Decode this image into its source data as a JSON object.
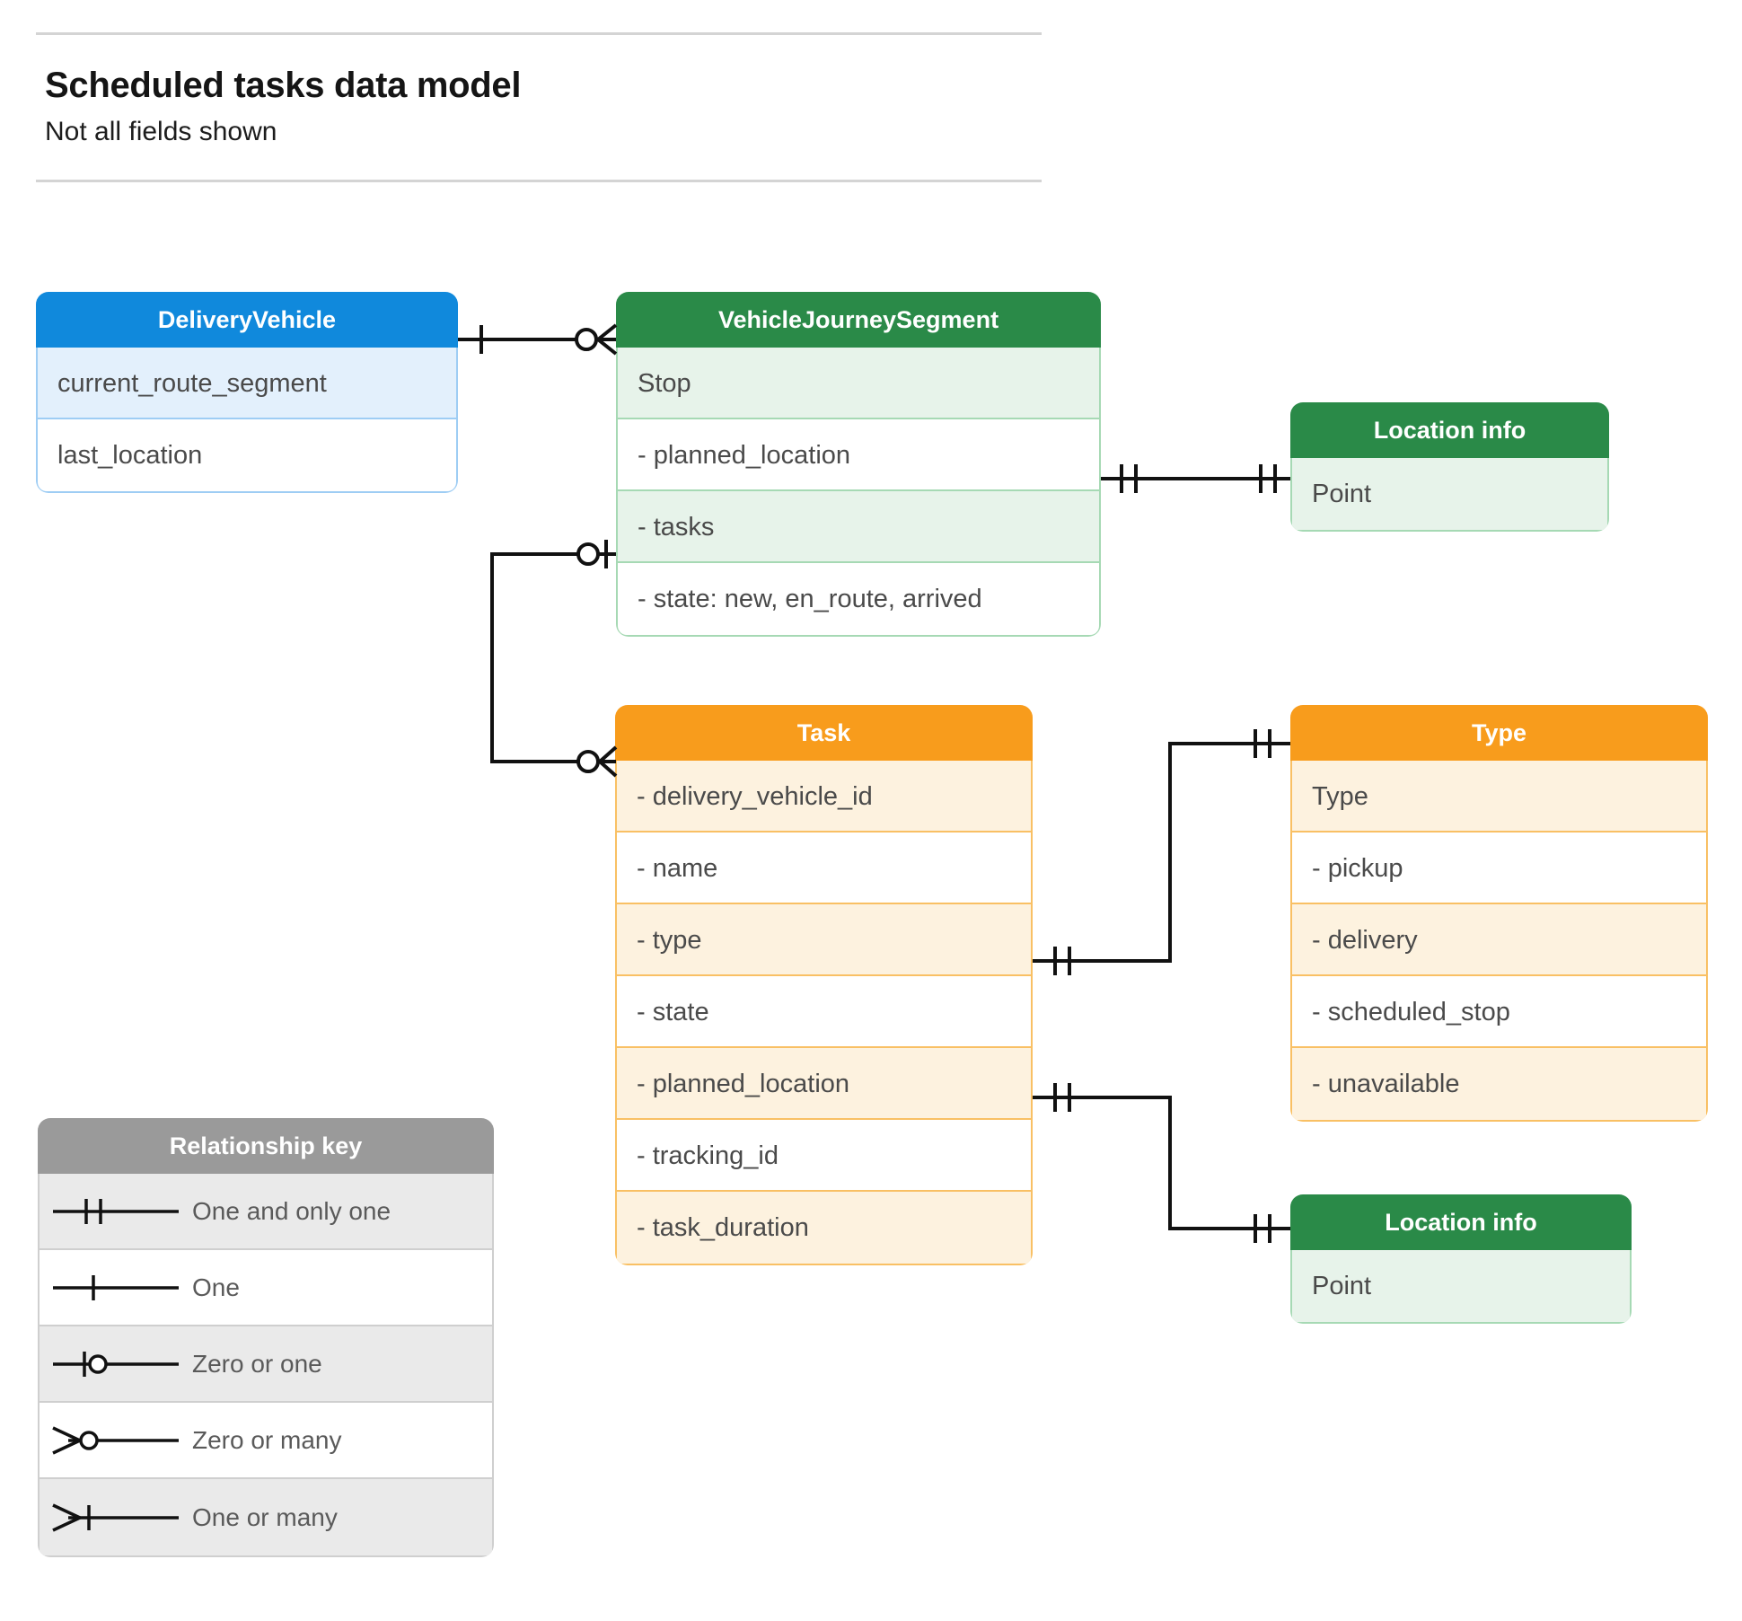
{
  "header": {
    "title": "Scheduled tasks data model",
    "subtitle": "Not all fields shown"
  },
  "colors": {
    "blue_header": "#1089dc",
    "blue_row_alt": "#e3f0fc",
    "blue_border": "#9ecdf4",
    "green_header": "#2a8a48",
    "green_row_alt": "#e7f3ea",
    "green_border": "#a6d9b4",
    "orange_header": "#f89c1c",
    "orange_row_alt": "#fdf2df",
    "orange_border": "#f9c064",
    "grey_header": "#9a9a9a",
    "grey_row_alt": "#eaeaea",
    "grey_border": "#cfcfcf",
    "connector": "#000000",
    "rule": "#d4d4d4",
    "row_text": "#4a4a4a"
  },
  "entities": {
    "delivery_vehicle": {
      "title": "DeliveryVehicle",
      "rows": [
        "current_route_segment",
        "last_location"
      ]
    },
    "vehicle_journey_segment": {
      "title": "VehicleJourneySegment",
      "rows": [
        "Stop",
        "-  planned_location",
        "- tasks",
        "- state: new, en_route, arrived"
      ]
    },
    "task": {
      "title": "Task",
      "rows": [
        "- delivery_vehicle_id",
        "- name",
        "- type",
        "- state",
        "- planned_location",
        "- tracking_id",
        "- task_duration"
      ]
    },
    "type": {
      "title": "Type",
      "rows": [
        "Type",
        "-  pickup",
        "-  delivery",
        "-  scheduled_stop",
        "-  unavailable"
      ]
    },
    "location_info_top": {
      "title": "Location info",
      "rows": [
        "Point"
      ]
    },
    "location_info_bottom": {
      "title": "Location info",
      "rows": [
        "Point"
      ]
    }
  },
  "legend": {
    "title": "Relationship key",
    "items": [
      {
        "symbol": "one-and-only-one",
        "label": "One and only one"
      },
      {
        "symbol": "one",
        "label": "One"
      },
      {
        "symbol": "zero-or-one",
        "label": "Zero or one"
      },
      {
        "symbol": "zero-or-many",
        "label": "Zero or many"
      },
      {
        "symbol": "one-or-many",
        "label": "One or many"
      }
    ]
  },
  "relationships": [
    {
      "name": "deliveryvehicle-to-vehiclejourneysegment",
      "from": "DeliveryVehicle",
      "from_cardinality": "One",
      "to": "VehicleJourneySegment",
      "to_cardinality": "Zero or many"
    },
    {
      "name": "vehiclejourneysegment-tasks-to-task",
      "from": "VehicleJourneySegment.- tasks",
      "from_cardinality": "Zero or one",
      "to": "Task",
      "to_cardinality": "Zero or many"
    },
    {
      "name": "vehiclejourneysegment-plannedlocation-to-locationinfo",
      "from": "VehicleJourneySegment.-  planned_location",
      "from_cardinality": "One and only one",
      "to": "Location info",
      "to_cardinality": "One and only one"
    },
    {
      "name": "task-type-to-type",
      "from": "Task.- type",
      "from_cardinality": "One and only one",
      "to": "Type",
      "to_cardinality": "One and only one"
    },
    {
      "name": "task-plannedlocation-to-locationinfo",
      "from": "Task.- planned_location",
      "from_cardinality": "One and only one",
      "to": "Location info",
      "to_cardinality": "One and only one"
    }
  ]
}
